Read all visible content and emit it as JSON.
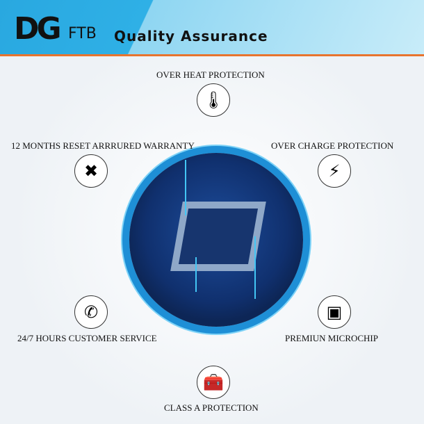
{
  "header": {
    "logo": "DG",
    "brand": "FTB",
    "title": "Quality Assurance"
  },
  "features": [
    {
      "label": "OVER HEAT PROTECTION",
      "icon": "thermometer-icon"
    },
    {
      "label": "12 MONTHS RESET ARRRURED WARRANTY",
      "icon": "tools-icon"
    },
    {
      "label": "OVER CHARGE PROTECTION",
      "icon": "charger-icon"
    },
    {
      "label": "24/7 HOURS CUSTOMER SERVICE",
      "icon": "phone-icon"
    },
    {
      "label": "PREMIUN MICROCHIP",
      "icon": "microchip-icon"
    },
    {
      "label": "CLASS A PROTECTION",
      "icon": "toolbox-icon"
    }
  ],
  "colors": {
    "accent": "#29a8e0",
    "stripe": "#e8742e"
  }
}
